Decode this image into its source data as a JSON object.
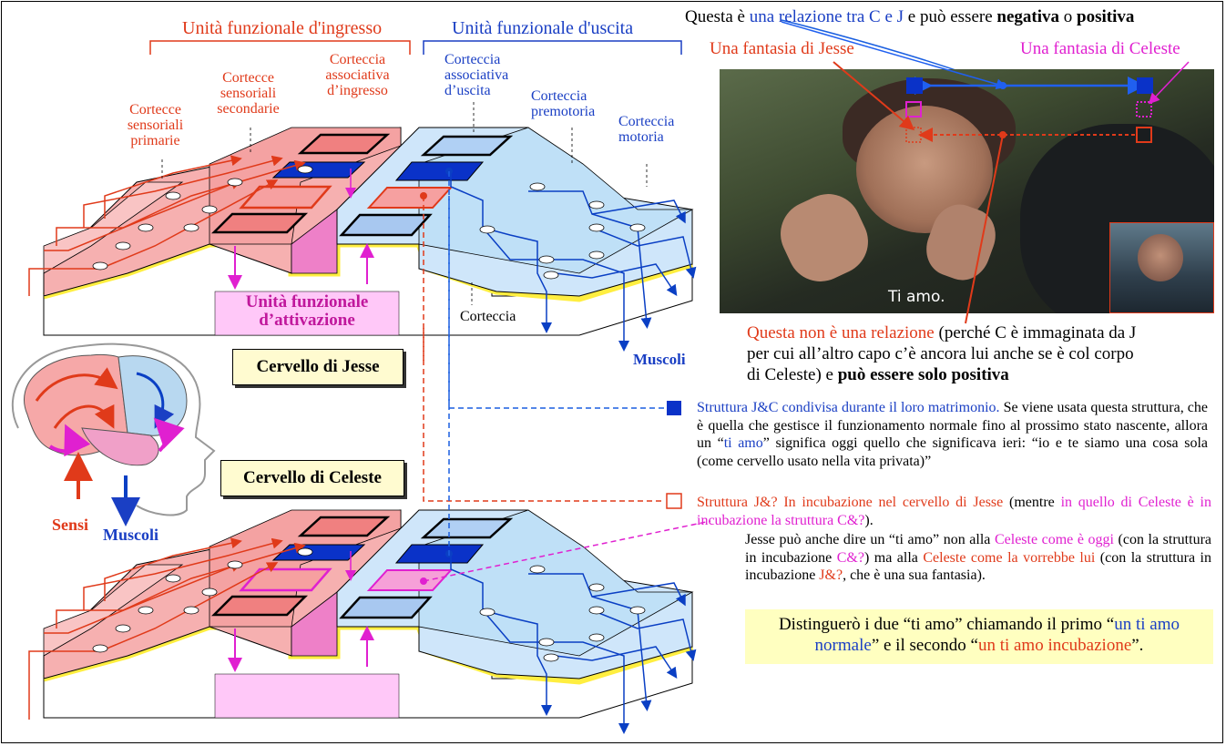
{
  "headers": {
    "input_unit": "Unità funzionale d'ingresso",
    "output_unit": "Unità funzionale d'uscita"
  },
  "cortex_labels": {
    "primary_1": "Cortecce",
    "primary_2": "sensoriali",
    "primary_3": "primarie",
    "secondary_1": "Cortecce",
    "secondary_2": "sensoriali",
    "secondary_3": "secondarie",
    "assoc_in_1": "Corteccia",
    "assoc_in_2": "associativa",
    "assoc_in_3": "d’ingresso",
    "assoc_out_1": "Corteccia",
    "assoc_out_2": "associativa",
    "assoc_out_3": "d’uscita",
    "premotor_1": "Corteccia",
    "premotor_2": "premotoria",
    "motor_1": "Corteccia",
    "motor_2": "motoria",
    "cortex": "Corteccia"
  },
  "activation_unit_1": "Unità funzionale",
  "activation_unit_2": "d’attivazione",
  "muscles_top": "Muscoli",
  "brain_jesse": "Cervello di Jesse",
  "brain_celeste": "Cervello di Celeste",
  "sensi": "Sensi",
  "muscoli": "Muscoli",
  "relation": {
    "part1": "Questa è ",
    "part2": "una relazione tra C e J",
    "part3": " e può essere ",
    "part4": "negativa",
    "part5": " o ",
    "part6": "positiva"
  },
  "fantasy_jesse": "Una fantasia di Jesse",
  "fantasy_celeste": "Una fantasia di Celeste",
  "subtitle": "Ti amo.",
  "not_relation": {
    "red": "Questa non è una relazione",
    "rest1": " (perché C è immaginata da J",
    "rest2": "per cui all’altro capo c’è ancora lui anche se è col corpo",
    "rest3": "di Celeste) e ",
    "bold": "può essere solo positiva"
  },
  "struct1": {
    "blue": "Struttura J&C condivisa durante il loro matrimonio.",
    "rest": " Se viene usata questa struttura, che è quella che gestisce il funzionamento normale fino al prossimo stato nascente, allora un “",
    "blue2": "ti amo",
    "rest2": "” significa oggi quello che significava ieri: “io e te siamo una cosa sola (come cervello usato nella vita privata)”"
  },
  "struct2": {
    "red": "Struttura J&? In incubazione nel cervello di Jesse",
    "rest": " (mentre ",
    "mag": "in quello di Celeste è in incubazione la struttura C&?",
    "rest2": ")."
  },
  "para3": {
    "a": "Jesse può anche dire un “ti amo” non alla ",
    "b": "Celeste come è oggi",
    "c": " (con la struttura in incubazione ",
    "d": "C&?",
    "e": ") ma alla ",
    "f": "Celeste come la vorrebbe lui",
    "g": " (con la struttura in incubazione ",
    "h": "J&?",
    "i": ", che è una sua fantasia)."
  },
  "conclusion": {
    "a": "Distinguerò i due “",
    "b": "un ti amo normale",
    "c": "” e il secondo “",
    "d": "un ti amo incubazione",
    "e": "”.",
    "lead": "Distinguerò i due “ti amo” chiamando il primo “"
  },
  "colors": {
    "red": "#e03a1a",
    "blue": "#1a3fc4",
    "magenta": "#e020d0",
    "yellow": "#ffffc0",
    "pink": "#f6b0b0",
    "lightblue": "#cfe6fa",
    "darkblue": "#0033cc"
  }
}
